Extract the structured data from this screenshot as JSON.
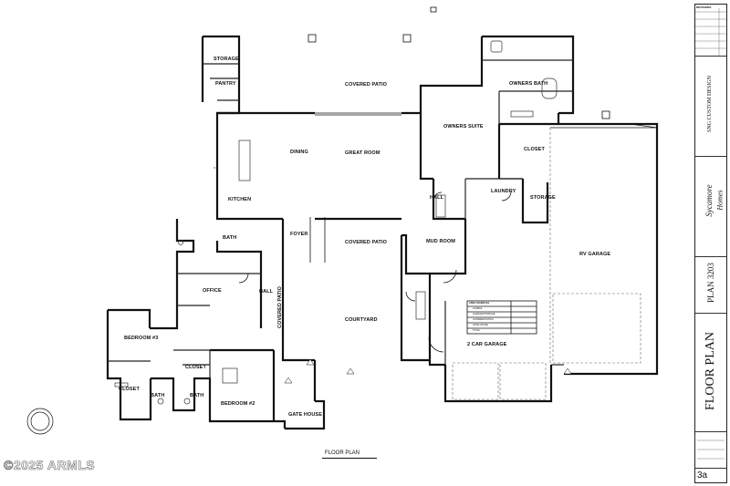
{
  "rooms": {
    "storage_top": "STORAGE",
    "pantry": "PANTRY",
    "covered_patio_top": "COVERED PATIO",
    "owners_bath": "OWNERS BATH",
    "owners_suite": "OWNERS SUITE",
    "dining": "DINING",
    "great_room": "GREAT ROOM",
    "closet_owner": "CLOSET",
    "kitchen": "KITCHEN",
    "laundry": "LAUNDRY",
    "storage_right": "STORAGE",
    "hall_top": "HALL",
    "bath_top": "BATH",
    "foyer": "FOYER",
    "covered_patio_mid": "COVERED PATIO",
    "mud_room": "MUD ROOM",
    "rv_garage": "RV GARAGE",
    "office": "OFFICE",
    "hall_mid": "HALL",
    "bedroom3": "BEDROOM #3",
    "covered_patio_vert": "COVERED PATIO",
    "courtyard": "COURTYARD",
    "two_car_garage": "2 CAR GARAGE",
    "closet_b3": "CLOSET",
    "closet_mid": "CLOSET",
    "bath_left": "BATH",
    "bath_right": "BATH",
    "bedroom2": "BEDROOM #2",
    "gate_house": "GATE HOUSE"
  },
  "plan_caption": "FLOOR PLAN",
  "area_schedule": {
    "title": "AREA SCHEDULE",
    "rows": [
      "LIVABLE",
      "GARAGE/STORAGE",
      "COVERED PATIOS",
      "GATE HOUSE",
      "TOTAL"
    ]
  },
  "title_block": {
    "revisions": "REVISIONS",
    "company": "SNG CUSTOM DESIGN",
    "brand_line1": "Sycamore",
    "brand_line2": "Homes",
    "plan_number": "PLAN 3203",
    "sheet_title": "FLOOR PLAN",
    "sheet_number": "3a"
  },
  "watermark": "©2025 ARMLS",
  "colors": {
    "line": "#111111",
    "paper": "#ffffff",
    "hatch": "#555555"
  }
}
